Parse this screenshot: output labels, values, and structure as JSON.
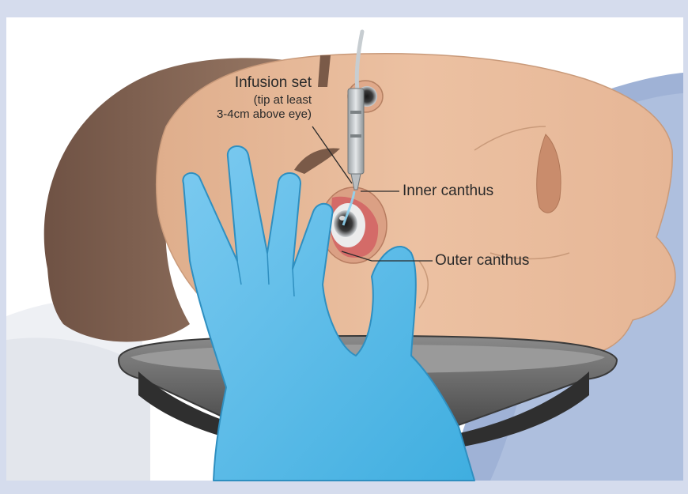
{
  "labels": {
    "infusion_title": "Infusion set",
    "infusion_note_line1": "(tip at least",
    "infusion_note_line2": "3-4cm above eye)",
    "inner_canthus": "Inner canthus",
    "outer_canthus": "Outer canthus"
  },
  "colors": {
    "background": "#d5dced",
    "skin": "#e8b998",
    "hair": "#8b6a58",
    "glove": "#5bb8e6",
    "basin": "#6f6f6f",
    "sheet": "#9fb2d6"
  },
  "icons": [
    "eye-icon",
    "glove-hand-icon",
    "infusion-tube-icon",
    "basin-icon"
  ]
}
